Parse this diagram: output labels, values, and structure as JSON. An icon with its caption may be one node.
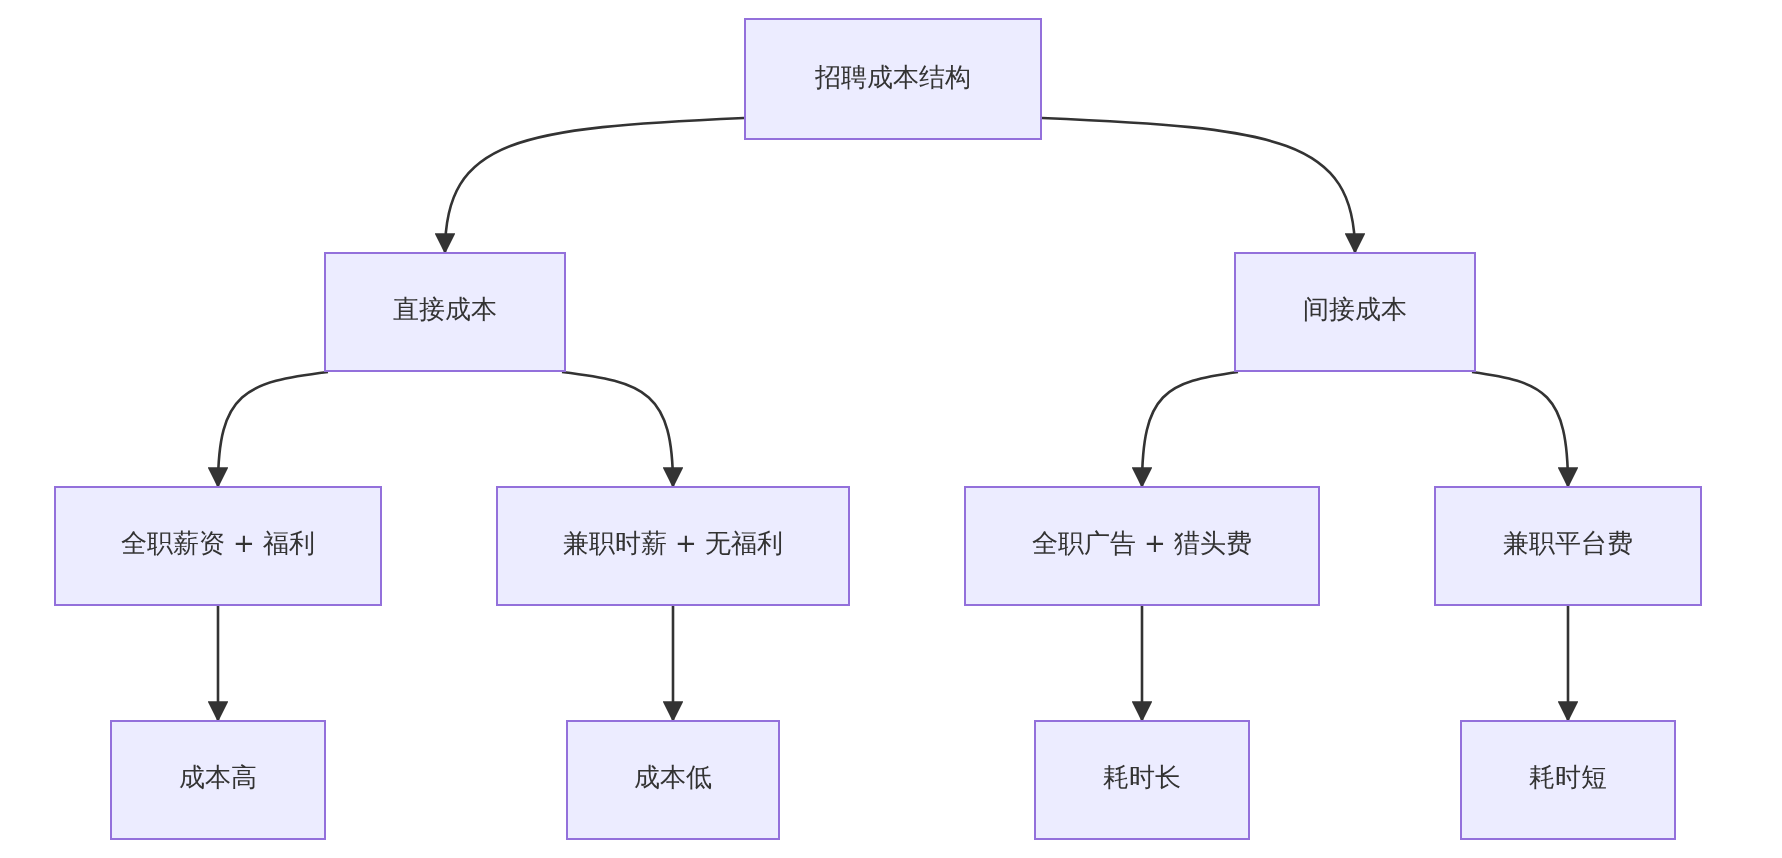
{
  "diagram": {
    "nodes": [
      {
        "text": [
          "招聘成本结构"
        ]
      },
      {
        "text": [
          "直接成本"
        ]
      },
      {
        "text": [
          "间接成本"
        ]
      },
      {
        "text": [
          "全职薪资 + 福利"
        ]
      },
      {
        "text": [
          "兼职时薪 + 无福利"
        ]
      },
      {
        "text": [
          "全职广告 + 猎头费"
        ]
      },
      {
        "text": [
          "兼职平台费"
        ]
      },
      {
        "text": [
          "成本高"
        ]
      },
      {
        "text": [
          "成本低"
        ]
      },
      {
        "text": [
          "耗时长"
        ]
      },
      {
        "text": [
          "耗时短"
        ]
      }
    ],
    "edges": [
      {
        "from": 0,
        "to": 1,
        "arrow": "to"
      },
      {
        "from": 0,
        "to": 2,
        "arrow": "to"
      },
      {
        "from": 1,
        "to": 3,
        "arrow": "to"
      },
      {
        "from": 1,
        "to": 4,
        "arrow": "to"
      },
      {
        "from": 2,
        "to": 5,
        "arrow": "to"
      },
      {
        "from": 2,
        "to": 6,
        "arrow": "to"
      },
      {
        "from": 3,
        "to": 7,
        "arrow": "to"
      },
      {
        "from": 4,
        "to": 8,
        "arrow": "to"
      },
      {
        "from": 5,
        "to": 9,
        "arrow": "to"
      },
      {
        "from": 6,
        "to": 10,
        "arrow": "to"
      }
    ]
  }
}
